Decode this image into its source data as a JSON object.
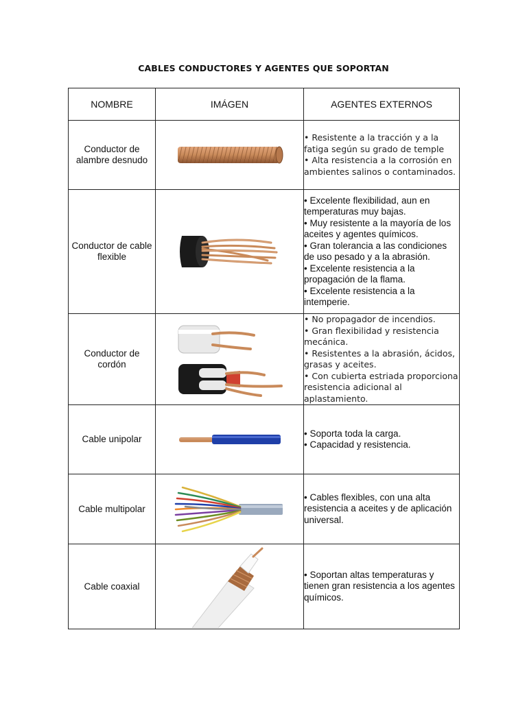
{
  "document": {
    "title": "CABLES CONDUCTORES Y AGENTES QUE SOPORTAN",
    "headers": [
      "NOMBRE",
      "IMÁGEN",
      "AGENTES EXTERNOS"
    ],
    "rows": [
      {
        "name": "Conductor de alambre desnudo",
        "image_icon": "bare-copper-wire-icon",
        "agents": [
          "• Resistente a la tracción y a la fatiga según su grado de temple",
          "• Alta resistencia a la corrosión en ambientes salinos o contaminados."
        ]
      },
      {
        "name": "Conductor de cable flexible",
        "image_icon": "flexible-cable-icon",
        "agents": [
          "•  Excelente flexibilidad, aun en temperaturas muy bajas.",
          "•  Muy resistente a la mayoría de los aceites y agentes químicos.",
          "•  Gran tolerancia a las condiciones de uso pesado y a la abrasión.",
          "•  Excelente resistencia a la propagación de la flama.",
          "•  Excelente resistencia a la intemperie."
        ]
      },
      {
        "name": "Conductor de cordón",
        "image_icon": "cord-cable-icon",
        "agents": [
          "• No propagador de incendios.",
          "• Gran flexibilidad y resistencia mecánica.",
          "• Resistentes a la abrasión, ácidos, grasas y aceites.",
          "• Con cubierta estriada proporciona resistencia adicional al aplastamiento."
        ]
      },
      {
        "name": "Cable unipolar",
        "image_icon": "single-core-cable-icon",
        "agents": [
          "• Soporta toda la carga.",
          "• Capacidad y resistencia."
        ]
      },
      {
        "name": "Cable multipolar",
        "image_icon": "multicore-cable-icon",
        "agents": [
          "• Cables flexibles, con una alta resistencia a aceites y de aplicación universal."
        ]
      },
      {
        "name": "Cable coaxial",
        "image_icon": "coaxial-cable-icon",
        "agents": [
          "• Soportan altas temperaturas y tienen gran resistencia a los agentes químicos."
        ]
      }
    ]
  },
  "colors": {
    "copper": "#c98a5a",
    "copper_dark": "#8a5330",
    "insulation_black": "#1a1a1a",
    "insulation_white": "#e9e9e9",
    "insulation_blue": "#1f3fa8",
    "insulation_grey": "#9aa9bd"
  }
}
